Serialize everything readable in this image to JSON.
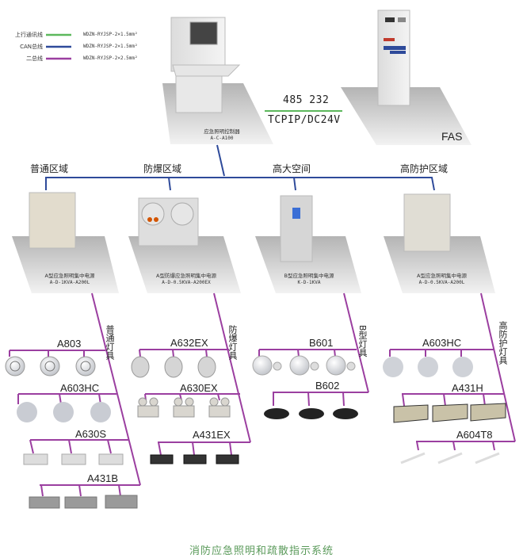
{
  "legend": [
    {
      "label": "上行通讯线",
      "color": "#5cb85c",
      "spec": "WDZN-RYJSP-2×1.5mm²"
    },
    {
      "label": "CAN总线",
      "color": "#2e4a9a",
      "spec": "WDZN-RYJSP-2×1.5mm²"
    },
    {
      "label": "二总线",
      "color": "#9b3fa0",
      "spec": "WDZN-RYJSP-2×2.5mm²"
    }
  ],
  "controller": {
    "title": "应急照明控制器",
    "model": "A-C-A100"
  },
  "fas": {
    "label": "FAS"
  },
  "link": {
    "top": "485 232",
    "bottom": "TCPIP/DC24V"
  },
  "zones": [
    {
      "label": "普通区域",
      "power_title": "A型应急照明集中电源",
      "power_model": "A-D-1KVA-A200L",
      "branch": "普通灯具"
    },
    {
      "label": "防爆区域",
      "power_title": "A型防爆应急照明集中电源",
      "power_model": "A-D-0.5KVA-A200EX",
      "branch": "防爆灯具"
    },
    {
      "label": "高大空间",
      "power_title": "B型应急照明集中电源",
      "power_model": "K-D-1KVA",
      "branch": "B型灯具"
    },
    {
      "label": "高防护区域",
      "power_title": "A型应急照明集中电源",
      "power_model": "A-D-0.5KVA-A200L",
      "branch": "高防护灯具"
    }
  ],
  "groups": [
    {
      "label": "A803"
    },
    {
      "label": "A603HC"
    },
    {
      "label": "A630S"
    },
    {
      "label": "A431B"
    },
    {
      "label": "A632EX"
    },
    {
      "label": "A630EX"
    },
    {
      "label": "A431EX"
    },
    {
      "label": "B601"
    },
    {
      "label": "B602"
    },
    {
      "label": "A603HC"
    },
    {
      "label": "A431H"
    },
    {
      "label": "A604T8"
    }
  ],
  "footer": {
    "title": "消防应急照明和疏散指示系统"
  },
  "colors": {
    "green": "#5cb85c",
    "blue": "#2e4a9a",
    "purple": "#9b3fa0",
    "platform": "#c8c8c8",
    "footer": "#5a9a5a"
  }
}
